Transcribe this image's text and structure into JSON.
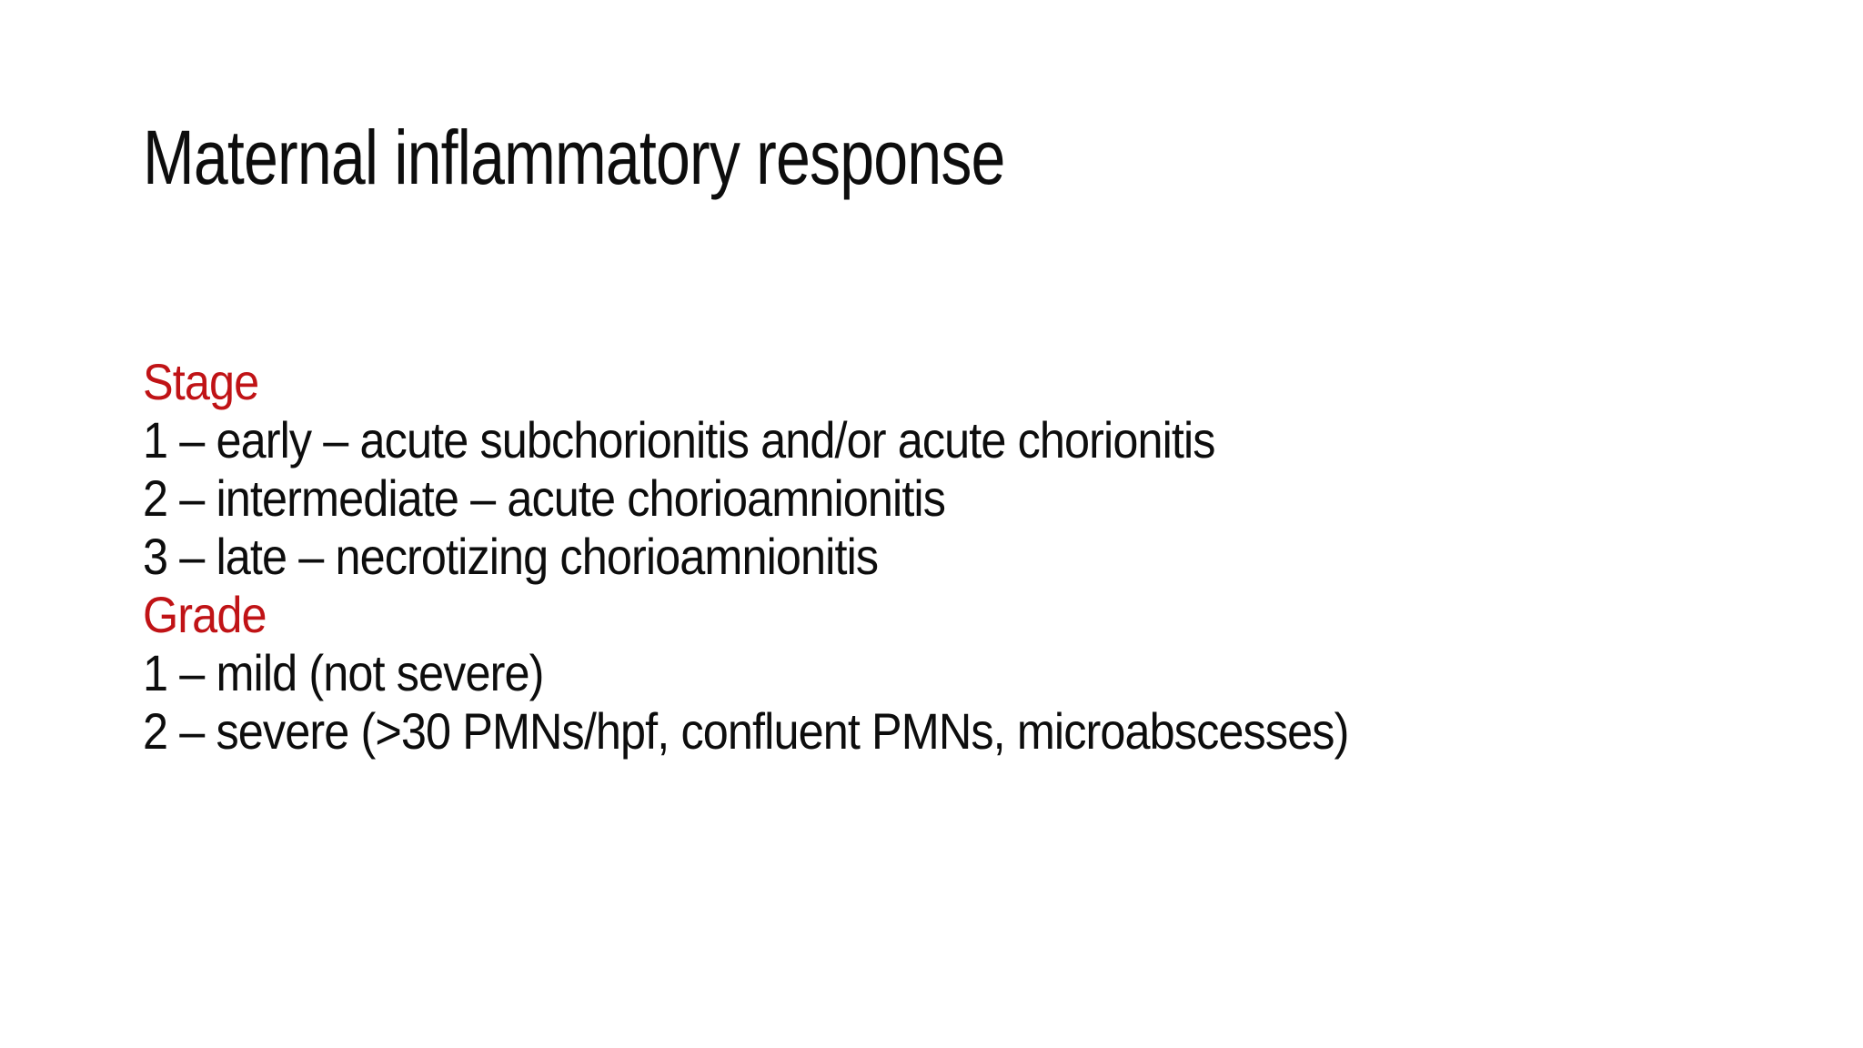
{
  "slide": {
    "title": "Maternal inflammatory response",
    "stage": {
      "heading": "Stage",
      "items": [
        "1 – early – acute subchorionitis and/or acute chorionitis",
        "2 – intermediate – acute chorioamnionitis",
        "3 – late – necrotizing chorioamnionitis"
      ]
    },
    "grade": {
      "heading": "Grade",
      "items": [
        "1 – mild (not severe)",
        "2 – severe (>30 PMNs/hpf, confluent PMNs, microabscesses)"
      ]
    },
    "colors": {
      "heading_red": "#c01316",
      "text": "#0d0d0d",
      "background": "#ffffff"
    }
  }
}
